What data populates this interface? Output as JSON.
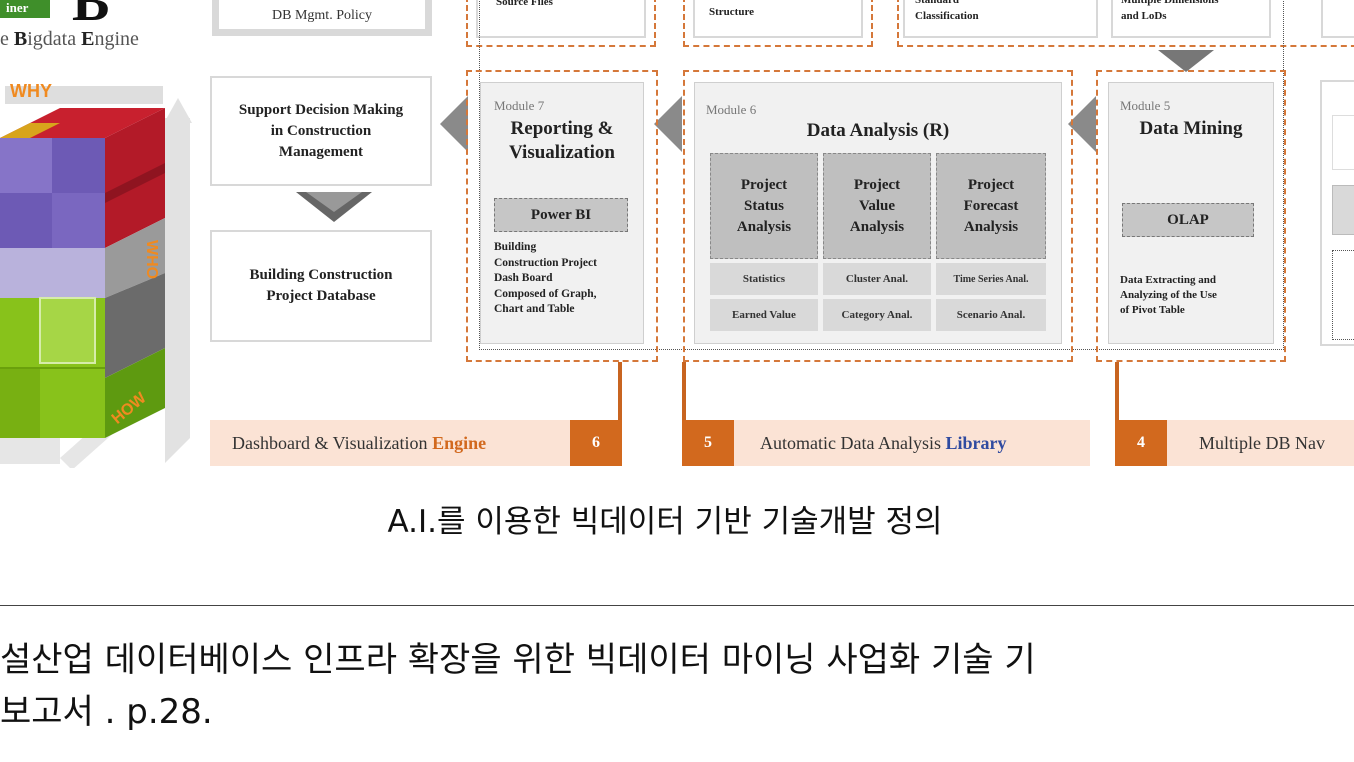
{
  "logo": {
    "letter": "B",
    "green_text": "iner",
    "subtitle_parts": [
      "e ",
      "B",
      "igdata ",
      "E",
      "ngine"
    ]
  },
  "cube": {
    "why": "WHY",
    "who": "WHO",
    "how": "HOW"
  },
  "top_row": {
    "policy": "DB Mgmt. Policy",
    "source": "Source Files",
    "structure": "Structure",
    "standard": "Standard\nClassification",
    "multi": "Multiple Dimensions\nand LoDs"
  },
  "left_col": {
    "decision": "Support Decision Making\nin Construction\nManagement",
    "database": "Building Construction\nProject Database"
  },
  "module7": {
    "label": "Module 7",
    "title": "Reporting &\nVisualization",
    "tool": "Power BI",
    "desc": "Building\nConstruction Project\nDash Board\nComposed of Graph,\nChart and Table"
  },
  "module6": {
    "label": "Module 6",
    "title": "Data Analysis (R)",
    "analyses": [
      "Project\nStatus\nAnalysis",
      "Project\nValue\nAnalysis",
      "Project\nForecast\nAnalysis"
    ],
    "methods_row1": [
      "Statistics",
      "Cluster Anal.",
      "Time Series Anal."
    ],
    "methods_row2": [
      "Earned Value",
      "Category Anal.",
      "Scenario Anal."
    ]
  },
  "module5": {
    "label": "Module 5",
    "title": "Data Mining",
    "tool": "OLAP",
    "desc": "Data Extracting and\nAnalyzing of the Use\nof Pivot Table"
  },
  "engines": {
    "dashboard_prefix": "Dashboard & Visualization ",
    "dashboard_suffix": "Engine",
    "num6": "6",
    "num5": "5",
    "analysis_prefix": "Automatic Data Analysis ",
    "analysis_suffix": "Library",
    "num4": "4",
    "nav": "Multiple DB Nav"
  },
  "caption": "A.I.를 이용한 빅데이터 기반 기술개발 정의",
  "footnote": {
    "line1": "설산업 데이터베이스 인프라 확장을 위한 빅데이터 마이닝 사업화 기술 기",
    "line2": "보고서 . p.28."
  },
  "colors": {
    "orange": "#d2691e",
    "peach": "#fbe3d5",
    "navy": "#2f4aa0",
    "green_logo": "#3f8f2a"
  }
}
